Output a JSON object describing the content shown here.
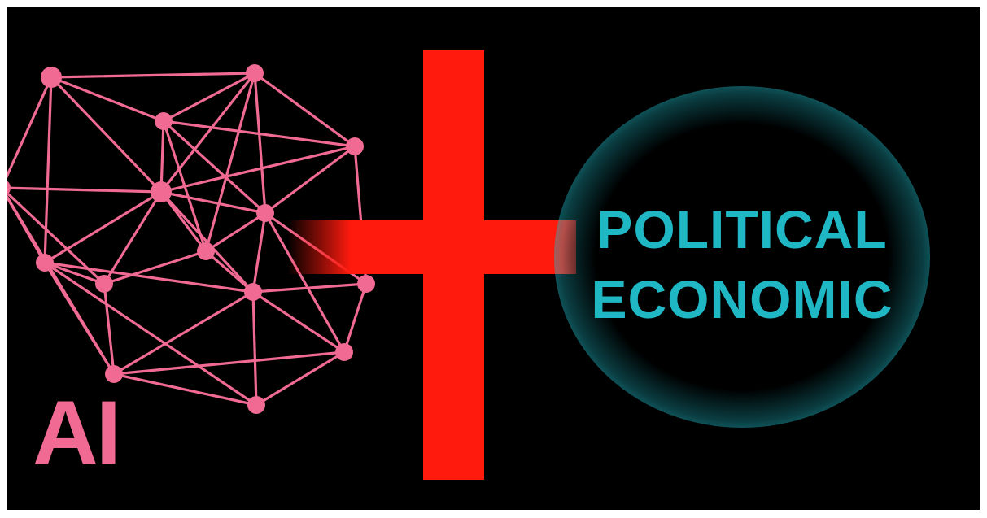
{
  "colors": {
    "background": "#000000",
    "frame": "#ffffff",
    "network": "#f06a93",
    "cross": "#ff1a0d",
    "circle": "#1fb7c4"
  },
  "labels": {
    "ai": "AI",
    "circle_line1": "POLITICAL",
    "circle_line2": "ECONOMIC"
  },
  "icons": {
    "network": "neural-network-icon",
    "cross": "red-cross-bar",
    "circle": "glowing-ellipse"
  }
}
